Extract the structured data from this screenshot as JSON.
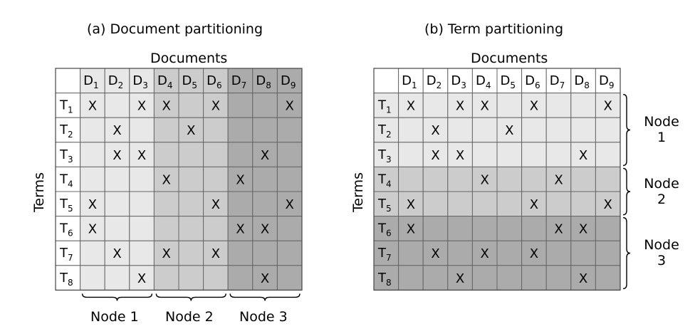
{
  "panel_a": {
    "title": "(a) Document partitioning",
    "top_label": "Documents",
    "side_label": "Terms",
    "node_labels": [
      "Node 1",
      "Node 2",
      "Node 3"
    ]
  },
  "panel_b": {
    "title": "(b) Term partitioning",
    "top_label": "Documents",
    "side_label": "Terms",
    "node_labels": [
      {
        "line1": "Node",
        "line2": "1"
      },
      {
        "line1": "Node",
        "line2": "2"
      },
      {
        "line1": "Node",
        "line2": "3"
      }
    ]
  },
  "matrix": {
    "documents": [
      "D1",
      "D2",
      "D3",
      "D4",
      "D5",
      "D6",
      "D7",
      "D8",
      "D9"
    ],
    "terms": [
      "T1",
      "T2",
      "T3",
      "T4",
      "T5",
      "T6",
      "T7",
      "T8"
    ],
    "mark": "X",
    "cells": [
      [
        1,
        0,
        1,
        1,
        0,
        1,
        0,
        0,
        1
      ],
      [
        0,
        1,
        0,
        0,
        1,
        0,
        0,
        0,
        0
      ],
      [
        0,
        1,
        1,
        0,
        0,
        0,
        0,
        1,
        0
      ],
      [
        0,
        0,
        0,
        1,
        0,
        0,
        1,
        0,
        0
      ],
      [
        1,
        0,
        0,
        0,
        0,
        1,
        0,
        0,
        1
      ],
      [
        1,
        0,
        0,
        0,
        0,
        0,
        1,
        1,
        0
      ],
      [
        0,
        1,
        0,
        1,
        0,
        1,
        0,
        0,
        0
      ],
      [
        0,
        0,
        1,
        0,
        0,
        0,
        0,
        1,
        0
      ]
    ]
  },
  "colors": {
    "shade_node1": "#e8e8e8",
    "shade_node2": "#cccccc",
    "shade_node3": "#ababab",
    "grid": "#666666",
    "header_bg": "#ffffff"
  }
}
